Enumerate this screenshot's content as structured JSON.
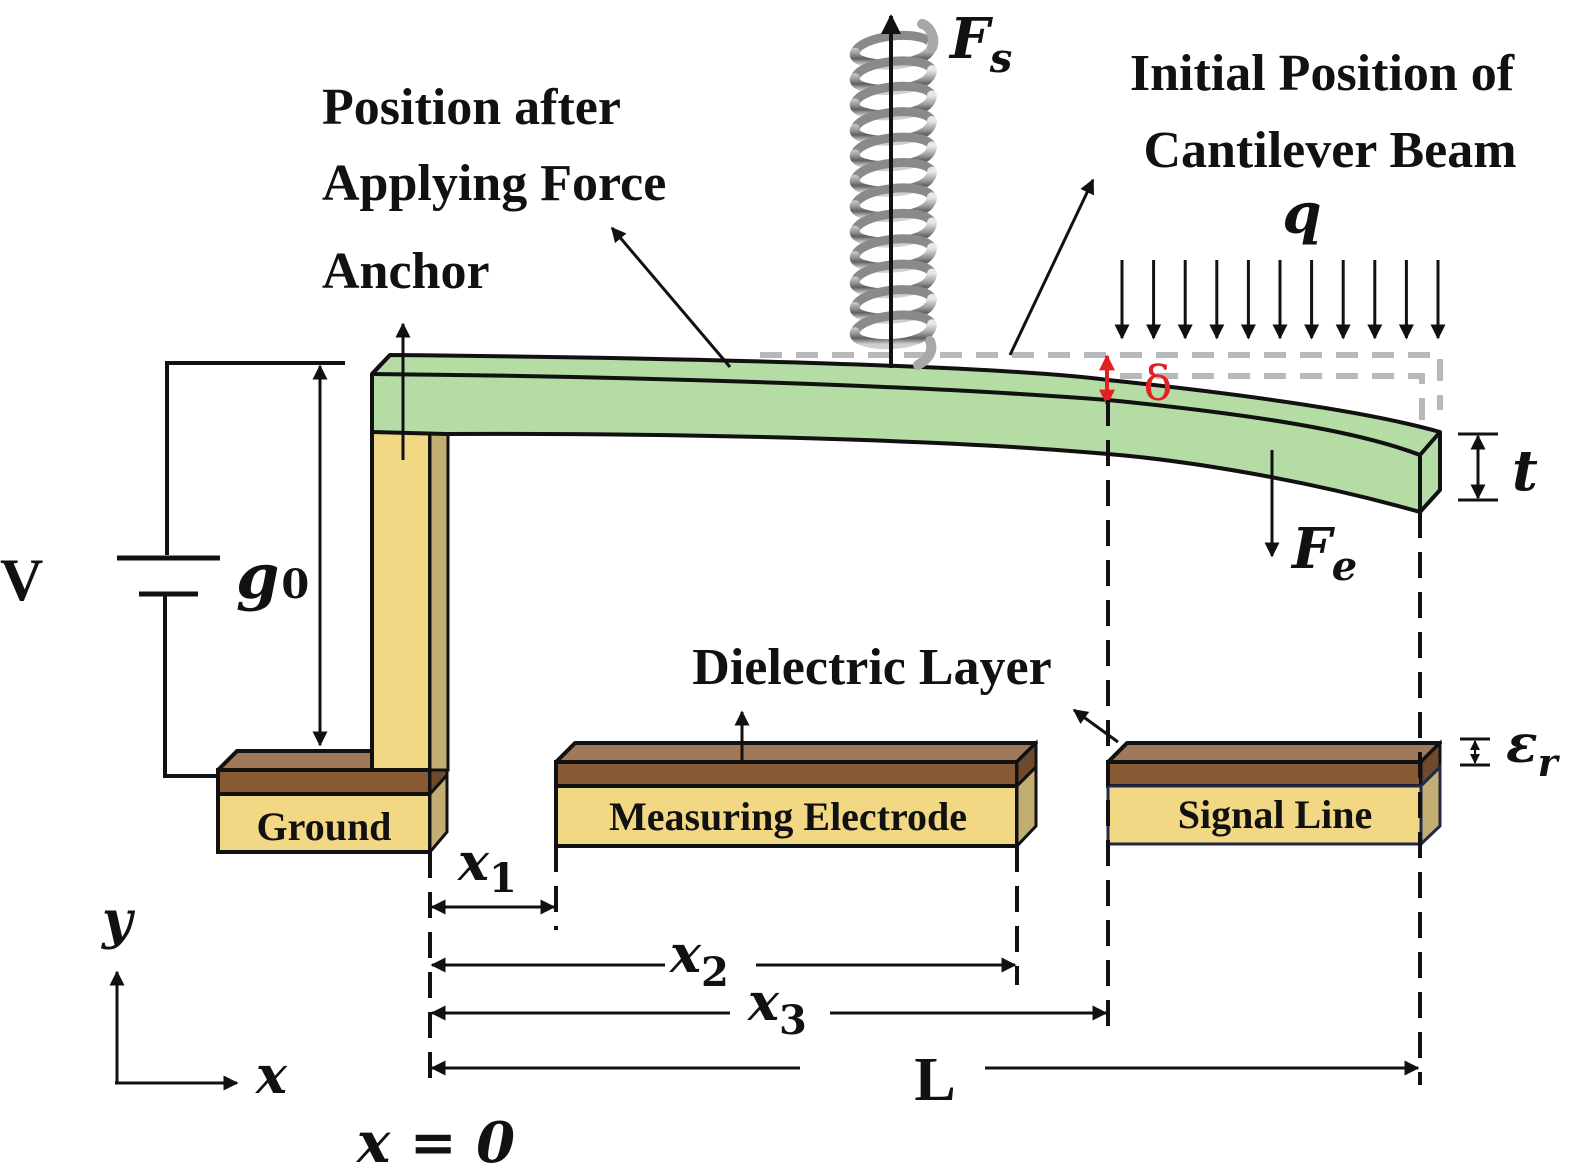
{
  "figure": {
    "title": "Cantilever beam MEMS switch schematic",
    "colors": {
      "beam": "#b5dca5",
      "anchor": "#f2d885",
      "anchor_side": "#c2ae72",
      "dielectric_top": "#a0785a",
      "dielectric_front": "#875a34",
      "dielectric_side": "#6e4a2c",
      "electrode": "#f2d885",
      "delta": "#e32024",
      "initial_outline": "#b8b8b8",
      "ink": "#111111"
    }
  },
  "labels": {
    "position_after_line1": "Position after",
    "position_after_line2": "Applying Force",
    "anchor": "Anchor",
    "initial_line1": "Initial Position of",
    "initial_line2": "Cantilever Beam",
    "dielectric_layer": "Dielectric Layer",
    "ground": "Ground",
    "measuring_electrode": "Measuring Electrode",
    "signal_line": "Signal Line",
    "voltage": "V"
  },
  "symbols": {
    "spring_force": {
      "main": "F",
      "sub": "s"
    },
    "electrostatic_force": {
      "main": "F",
      "sub": "e"
    },
    "distributed_load": "q",
    "deflection": "δ",
    "thickness": "t",
    "gap": {
      "main": "g",
      "sub": "0"
    },
    "permittivity": {
      "main": "ε",
      "sub": "r"
    },
    "x1": {
      "main": "x",
      "sub": "1"
    },
    "x2": {
      "main": "x",
      "sub": "2"
    },
    "x3": {
      "main": "x",
      "sub": "3"
    },
    "length": "L",
    "origin": "x = 0",
    "axis_x": "x",
    "axis_y": "y"
  },
  "load_arrows_count": 11,
  "spring_coils_count": 12
}
